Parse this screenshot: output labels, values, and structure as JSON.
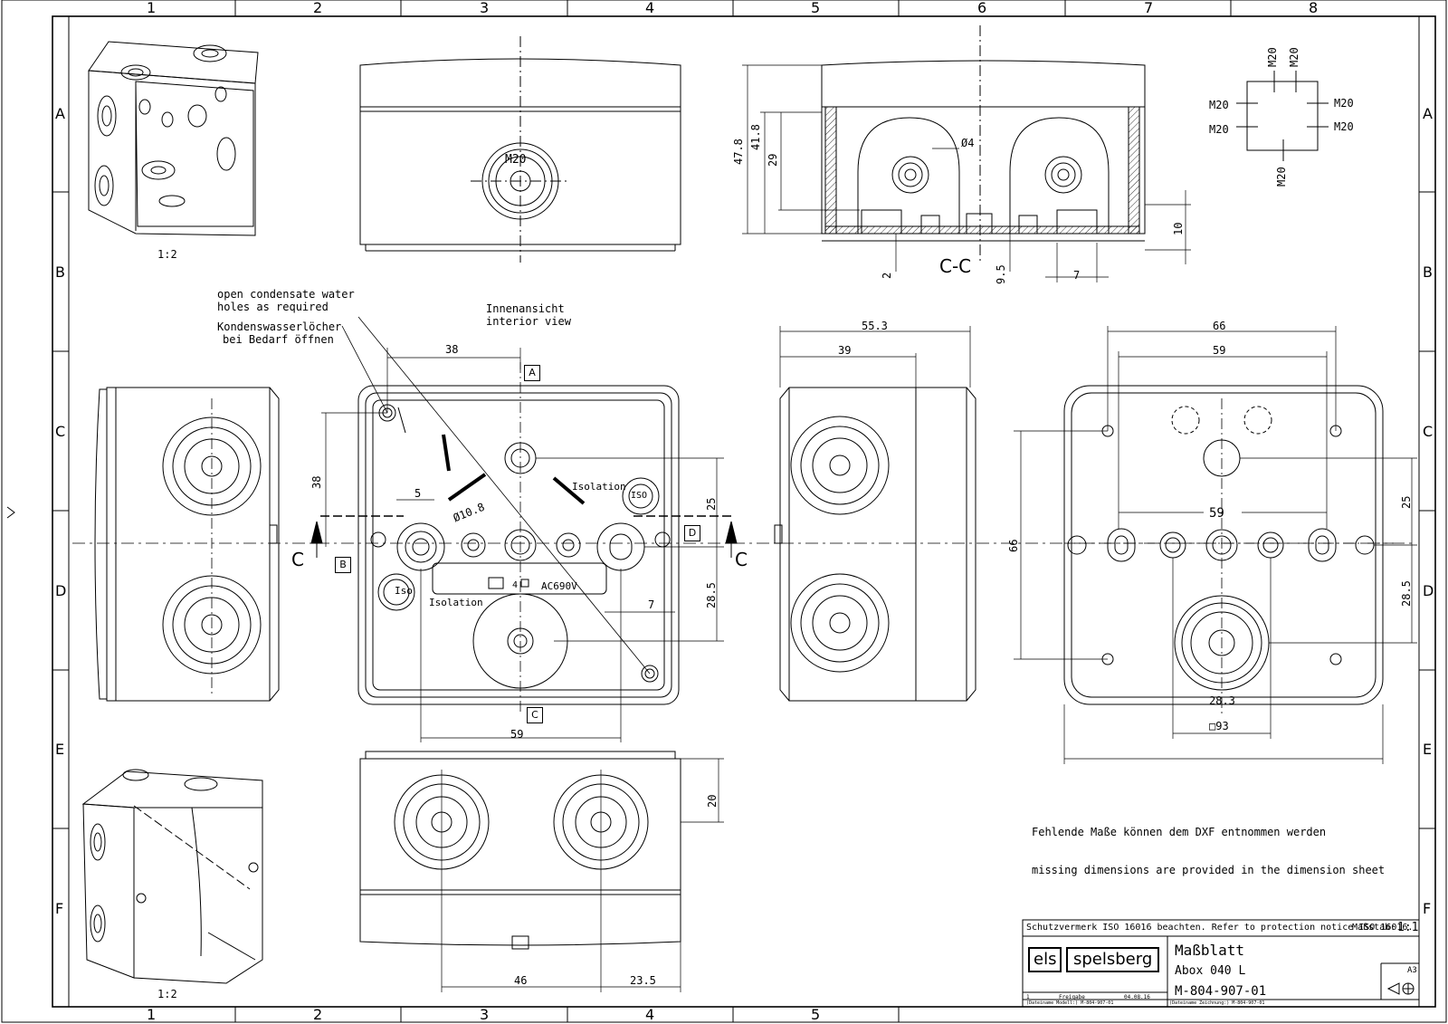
{
  "grid": {
    "columns": [
      "1",
      "2",
      "3",
      "4",
      "5",
      "6",
      "7",
      "8"
    ],
    "rows": [
      "A",
      "B",
      "C",
      "D",
      "E",
      "F"
    ]
  },
  "notes": {
    "condensate_en_1": "open condensate water",
    "condensate_en_2": "holes as required",
    "condensate_de_1": "Kondenswasserlöcher",
    "condensate_de_2": "bei Bedarf öffnen",
    "interior_de": "Innenansicht",
    "interior_en": "interior view",
    "missing_de": "Fehlende Maße können dem DXF entnommen werden",
    "missing_en": "missing dimensions are provided in the dimension sheet"
  },
  "scales": {
    "top_left": "1:2",
    "bottom_left": "1:2"
  },
  "inside_labels": {
    "isolation_upper": "Isolation",
    "isolation_lower": "Isolation",
    "iso": "Iso",
    "iso_rot": "ISO",
    "ac": "AC690V",
    "count": "4",
    "m20": "M20"
  },
  "section_markers": {
    "A": "A",
    "B": "B",
    "C": "C",
    "D": "D",
    "section_c": "C",
    "section_c2": "C",
    "section_title": "C-C"
  },
  "entry_schema": {
    "top_1": "M20",
    "top_2": "M20",
    "left_1": "M20",
    "left_2": "M20",
    "right_1": "M20",
    "right_2": "M20",
    "bottom": "M20"
  },
  "dimensions": {
    "d47_8": "47.8",
    "d41_8": "41.8",
    "d29": "29",
    "phi4": "Ø4",
    "d10": "10",
    "d2": "2",
    "d9_5": "9.5",
    "d7_top": "7",
    "d38_h": "38",
    "d38_v": "38",
    "d5": "5",
    "phi10_8": "Ø10.8",
    "d25_mid": "25",
    "d28_5_mid": "28.5",
    "d7_mid": "7",
    "d59_mid": "59",
    "d55_3": "55.3",
    "d39": "39",
    "d66_h": "66",
    "d59_r": "59",
    "d59_inner": "59",
    "d66_v": "66",
    "d25_r": "25",
    "d28_5_r": "28.5",
    "d28_3": "28.3",
    "d93": "□93",
    "d20": "20",
    "d46": "46",
    "d23_5": "23.5"
  },
  "title_block": {
    "protection": "Schutzvermerk ISO 16016 beachten. Refer to protection notice ISO 16016.",
    "scale_label": "Maßstab:",
    "scale_value": "1:1",
    "sheet_type": "Maßblatt",
    "product": "Abox 040 L",
    "drawing_no": "M-804-907-01",
    "format": "A3",
    "logo_els": "els",
    "logo_brand": "spelsberg",
    "rev_no": "1",
    "rev_label": "Freigabe",
    "rev_date": "04.08.16",
    "model_file": "(Dateiname Modell:) M-804-907-01",
    "drawing_file": "(Dateiname Zeichnung:) M-804-907-01"
  }
}
